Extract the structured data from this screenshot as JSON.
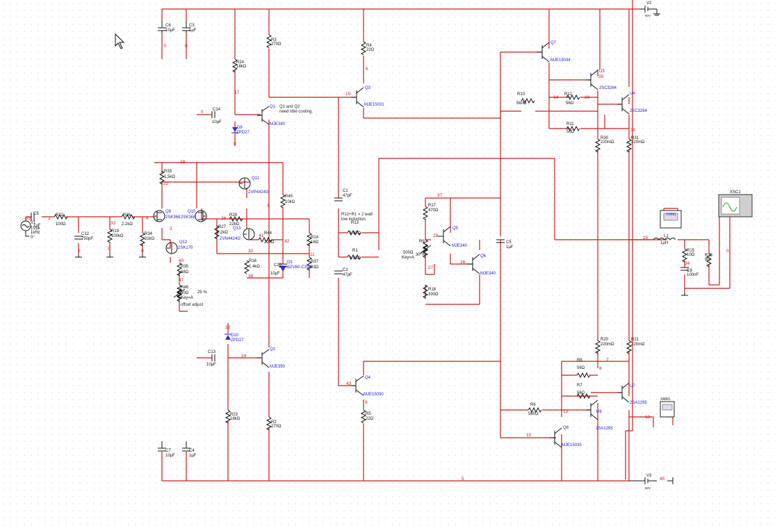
{
  "resistors": [
    {
      "ref": "R3",
      "val": "270Ω"
    },
    {
      "ref": "R4",
      "val": "22Ω"
    },
    {
      "ref": "R24",
      "val": "18kΩ"
    },
    {
      "ref": "R10",
      "val": "560Ω"
    },
    {
      "ref": "R12",
      "val": "56Ω"
    },
    {
      "ref": "R11",
      "val": "56Ω"
    },
    {
      "ref": "R30",
      "val": "220mΩ"
    },
    {
      "ref": "R31",
      "val": "220mΩ"
    },
    {
      "ref": "R33",
      "val": "1.5kΩ"
    },
    {
      "ref": "R22",
      "val": "100Ω"
    },
    {
      "ref": "R36",
      "val": "2.2kΩ"
    },
    {
      "ref": "R19",
      "val": "100kΩ"
    },
    {
      "ref": "R34",
      "val": "22kΩ"
    },
    {
      "ref": "R28",
      "val": "22kΩ"
    },
    {
      "ref": "R27",
      "val": "2.2kΩ"
    },
    {
      "ref": "R45",
      "val": "10kΩ"
    },
    {
      "ref": "R44",
      "val": "220Ω"
    },
    {
      "ref": "R14",
      "val": "16Ω"
    },
    {
      "ref": "R37",
      "val": "33Ω"
    },
    {
      "ref": "R16",
      "val": "1.4kΩ"
    },
    {
      "ref": "R35",
      "val": "68Ω"
    },
    {
      "ref": "R13",
      "val": "1.6kΩ"
    },
    {
      "ref": "R1",
      "val": "1.6kΩ"
    },
    {
      "ref": "R17",
      "val": "470Ω"
    },
    {
      "ref": "R18",
      "val": "330Ω"
    },
    {
      "ref": "R15",
      "val": "10Ω"
    },
    {
      "ref": "R25",
      "val": "8Ω"
    },
    {
      "ref": "R20",
      "val": "220mΩ"
    },
    {
      "ref": "R21",
      "val": "220mΩ"
    },
    {
      "ref": "R8",
      "val": "56Ω"
    },
    {
      "ref": "R7",
      "val": "56Ω"
    },
    {
      "ref": "R6",
      "val": "560Ω"
    },
    {
      "ref": "R23",
      "val": "18kΩ"
    },
    {
      "ref": "R2",
      "val": "270Ω"
    },
    {
      "ref": "R5",
      "val": "22Ω"
    }
  ],
  "capacitors": [
    {
      "ref": "C6",
      "val": "10µF"
    },
    {
      "ref": "C3",
      "val": "1µF"
    },
    {
      "ref": "C14",
      "val": "10µF"
    },
    {
      "ref": "C8",
      "val": "1µF"
    },
    {
      "ref": "C12",
      "val": "750pF"
    },
    {
      "ref": "C1",
      "val": "47pF"
    },
    {
      "ref": "C2",
      "val": "47pF"
    },
    {
      "ref": "C20",
      "val": "10µF"
    },
    {
      "ref": "C5",
      "val": "1µF"
    },
    {
      "ref": "C9",
      "val": "100nF"
    },
    {
      "ref": "C13",
      "val": "10µF"
    },
    {
      "ref": "C7",
      "val": "10µF"
    },
    {
      "ref": "C4",
      "val": "1µF"
    }
  ],
  "transistors": [
    {
      "ref": "Q1",
      "part": "MJE340"
    },
    {
      "ref": "Q3",
      "part": "MJE15031"
    },
    {
      "ref": "Q7",
      "part": "MJE15034"
    },
    {
      "ref": "U3",
      "part": "2SC3264"
    },
    {
      "ref": "U4",
      "part": "2SC3264"
    },
    {
      "ref": "Q11",
      "part": "ZVP4424G"
    },
    {
      "ref": "Q9",
      "part": "2SK368"
    },
    {
      "ref": "Q10",
      "part": "2SK368"
    },
    {
      "ref": "Q13",
      "part": "ZVN4424G"
    },
    {
      "ref": "Q12",
      "part": "2SK170"
    },
    {
      "ref": "Q5",
      "part": "MJE340"
    },
    {
      "ref": "Q6",
      "part": "MJE340"
    },
    {
      "ref": "Q2",
      "part": "MJE350"
    },
    {
      "ref": "Q4",
      "part": "MJE15030"
    },
    {
      "ref": "Q8",
      "part": "MJE15035"
    },
    {
      "ref": "U6",
      "part": "2SA1295"
    },
    {
      "ref": "U7",
      "part": "2SA1295"
    }
  ],
  "diodes": [
    {
      "ref": "D9",
      "part": "ZPD27"
    },
    {
      "ref": "D5",
      "part": "BZV60-C3V9"
    },
    {
      "ref": "D10",
      "part": "ZPD27"
    }
  ],
  "pots": [
    {
      "ref": "R46",
      "val": "50Ω",
      "key": "Key=A",
      "pct": "25 %",
      "note": "offset adjust"
    },
    {
      "ref": "R9",
      "val": "500Ω",
      "key": "Key=A",
      "pct": "30 %"
    }
  ],
  "source": {
    "ref": "V1",
    "amp": "1Vpk",
    "freq": "1kHz",
    "phase": "0°"
  },
  "inductor": {
    "ref": "L1",
    "val": "1µH"
  },
  "supplies": [
    {
      "ref": "V2",
      "val": "60V"
    },
    {
      "ref": "V3",
      "val": "60V"
    }
  ],
  "instruments": {
    "scope": "XSC1",
    "wattmeter": "XWM1",
    "multimeter": "XMM1"
  },
  "notes": {
    "q1q2": "Q1 and Q2",
    "q1q2b": "need little cooling.",
    "r12": "R12+R1 = 2 watt",
    "r12b": "low induction."
  },
  "nets": [
    "0",
    "0",
    "0",
    "0",
    "0",
    "0",
    "0",
    "0",
    "17",
    "15",
    "6",
    "14",
    "23",
    "30",
    "29",
    "22",
    "1",
    "4",
    "2",
    "33",
    "3",
    "26",
    "41",
    "32",
    "42",
    "37",
    "28",
    "16",
    "27",
    "40",
    "47",
    "38",
    "25",
    "34",
    "35",
    "8",
    "7",
    "13",
    "10",
    "18",
    "11",
    "24",
    "43",
    "9",
    "5",
    "39",
    "12",
    "45"
  ]
}
